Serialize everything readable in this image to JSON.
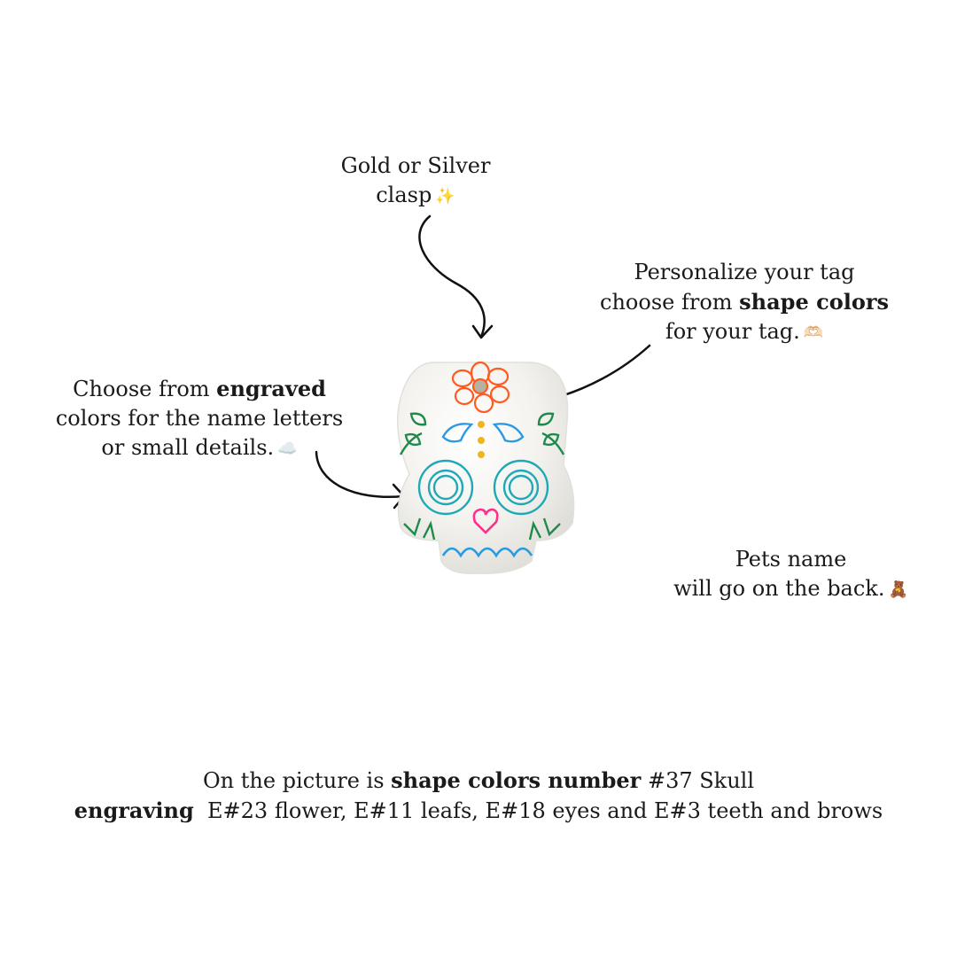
{
  "captions": {
    "clasp": {
      "line1": "Gold or Silver",
      "line2": "clasp",
      "emoji": "✨"
    },
    "shape": {
      "line1": "Personalize your tag",
      "line2_prefix": "choose from ",
      "line2_bold": "shape colors",
      "line3": "for your tag.",
      "emoji": "🫶🏻"
    },
    "engraved": {
      "line1_prefix": "Choose from ",
      "line1_bold": "engraved",
      "line2": "colors for the name letters",
      "line3": "or small details.",
      "emoji": "☁️"
    },
    "pets": {
      "line1": "Pets name",
      "line2": "will go on the back.",
      "emoji": "🧸"
    },
    "footer": {
      "line1_prefix": "On the picture is ",
      "line1_bold": "shape colors number",
      "line1_suffix": " #37 Skull",
      "line2_bold": "engraving",
      "line2_suffix": "  E#23 flower, E#11 leafs, E#18 eyes and E#3 teeth and brows"
    }
  },
  "colors": {
    "text": "#1a1a1a",
    "skull_base": "#f2f1ee",
    "flower": "#ff5a1f",
    "leaf": "#1f8a4c",
    "eyes": "#1fa9b6",
    "teeth_brows": "#2a9be0",
    "nose": "#ff2f8a",
    "dots": "#f2b320"
  },
  "icons": [
    "sparkles-icon",
    "heart-hands-icon",
    "cloud-icon",
    "teddy-bear-icon",
    "arrow-icon"
  ]
}
